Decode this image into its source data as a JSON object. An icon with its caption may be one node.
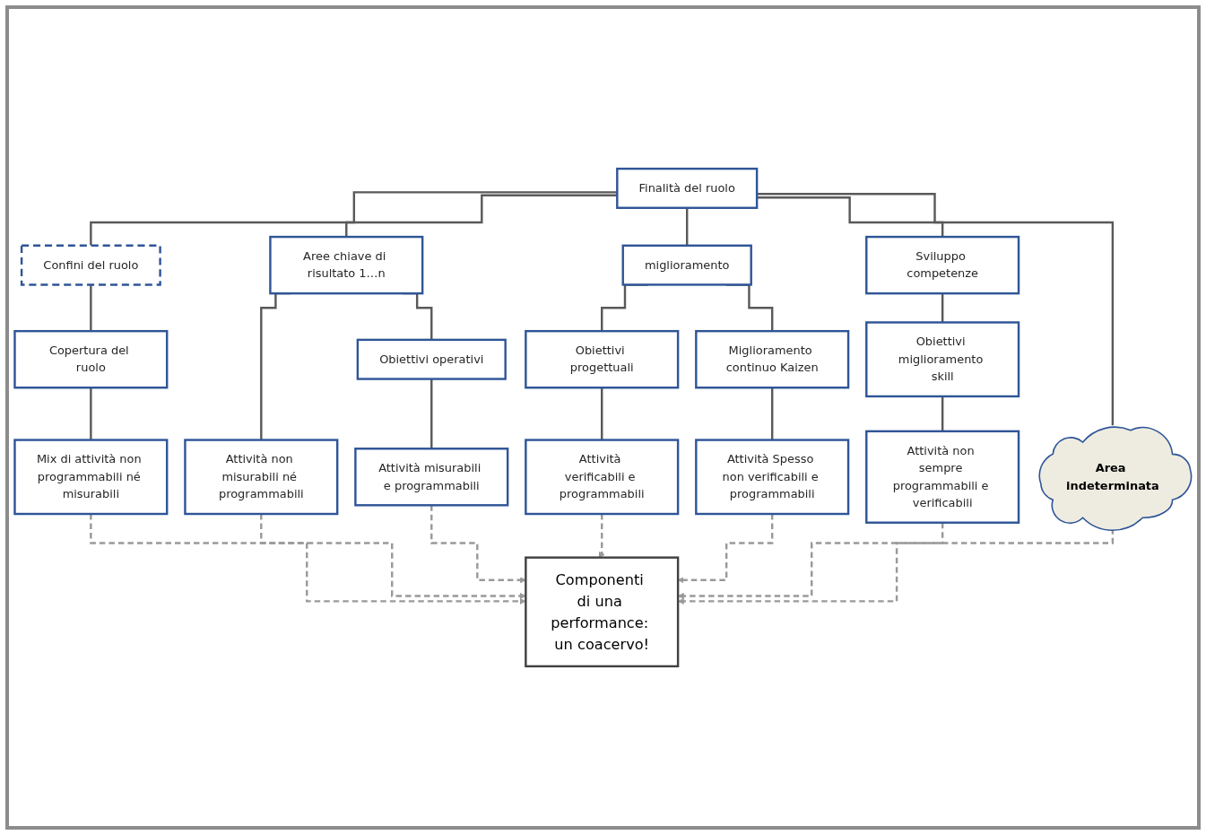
{
  "diagram": {
    "nodes": [
      {
        "text": [
          "Finalità del ruolo"
        ]
      },
      {
        "text": [
          "Confini del ruolo"
        ]
      },
      {
        "text": [
          "Aree chiave di risultato 1…n"
        ]
      },
      {
        "text": [
          "miglioramento"
        ]
      },
      {
        "text": [
          "Sviluppo competenze"
        ]
      },
      {
        "text": [
          "Area indeterminata"
        ]
      },
      {
        "text": [
          "Copertura del ruolo"
        ]
      },
      {
        "text": [
          "Attività non misurabili né programmabili"
        ]
      },
      {
        "text": [
          "Obiettivi operativi"
        ]
      },
      {
        "text": [
          "Obiettivi progettuali"
        ]
      },
      {
        "text": [
          "Obiettivi miglioramento skill"
        ]
      },
      {
        "text": [
          "Attività misurabili e programmabili"
        ]
      },
      {
        "text": [
          "Miglioramento continuo Kaizen"
        ]
      },
      {
        "text": [
          "Attività non sempre programmabili e verificabili"
        ]
      },
      {
        "text": [
          "Mix di attività non programmabili né misurabili"
        ]
      },
      {
        "text": [
          "Attività verificabili e programmabili"
        ]
      },
      {
        "text": [
          "Attività Spesso non verificabili e programmabili"
        ]
      },
      {
        "text": [
          "Componenti di una performance: un coacervo!"
        ]
      }
    ],
    "edges": [
      {
        "from": 0,
        "to": 1,
        "arrow": "none"
      },
      {
        "from": 0,
        "to": 2,
        "arrow": "none"
      },
      {
        "from": 0,
        "to": 3,
        "arrow": "none"
      },
      {
        "from": 0,
        "to": 4,
        "arrow": "none"
      },
      {
        "from": 0,
        "to": 5,
        "arrow": "none"
      },
      {
        "from": 1,
        "to": 6,
        "arrow": "none"
      },
      {
        "from": 2,
        "to": 7,
        "arrow": "none"
      },
      {
        "from": 2,
        "to": 8,
        "arrow": "none"
      },
      {
        "from": 3,
        "to": 9,
        "arrow": "none"
      },
      {
        "from": 3,
        "to": 12,
        "arrow": "none"
      },
      {
        "from": 4,
        "to": 10,
        "arrow": "none"
      },
      {
        "from": 6,
        "to": 14,
        "arrow": "none"
      },
      {
        "from": 8,
        "to": 11,
        "arrow": "none"
      },
      {
        "from": 9,
        "to": 15,
        "arrow": "none"
      },
      {
        "from": 12,
        "to": 16,
        "arrow": "none"
      },
      {
        "from": 10,
        "to": 13,
        "arrow": "none"
      },
      {
        "from": 14,
        "to": 17,
        "arrow": "to",
        "style": "dashed",
        "color": "#999999"
      },
      {
        "from": 7,
        "to": 17,
        "arrow": "to",
        "style": "dashed",
        "color": "#999999"
      },
      {
        "from": 11,
        "to": 17,
        "arrow": "to",
        "style": "dashed",
        "color": "#999999"
      },
      {
        "from": 15,
        "to": 17,
        "arrow": "to",
        "style": "dashed",
        "color": "#999999"
      },
      {
        "from": 16,
        "to": 17,
        "arrow": "to",
        "style": "dashed",
        "color": "#999999"
      },
      {
        "from": 13,
        "to": 17,
        "arrow": "to",
        "style": "dashed",
        "color": "#999999"
      },
      {
        "from": 5,
        "to": 17,
        "arrow": "to",
        "style": "dashed",
        "color": "#999999"
      }
    ]
  }
}
